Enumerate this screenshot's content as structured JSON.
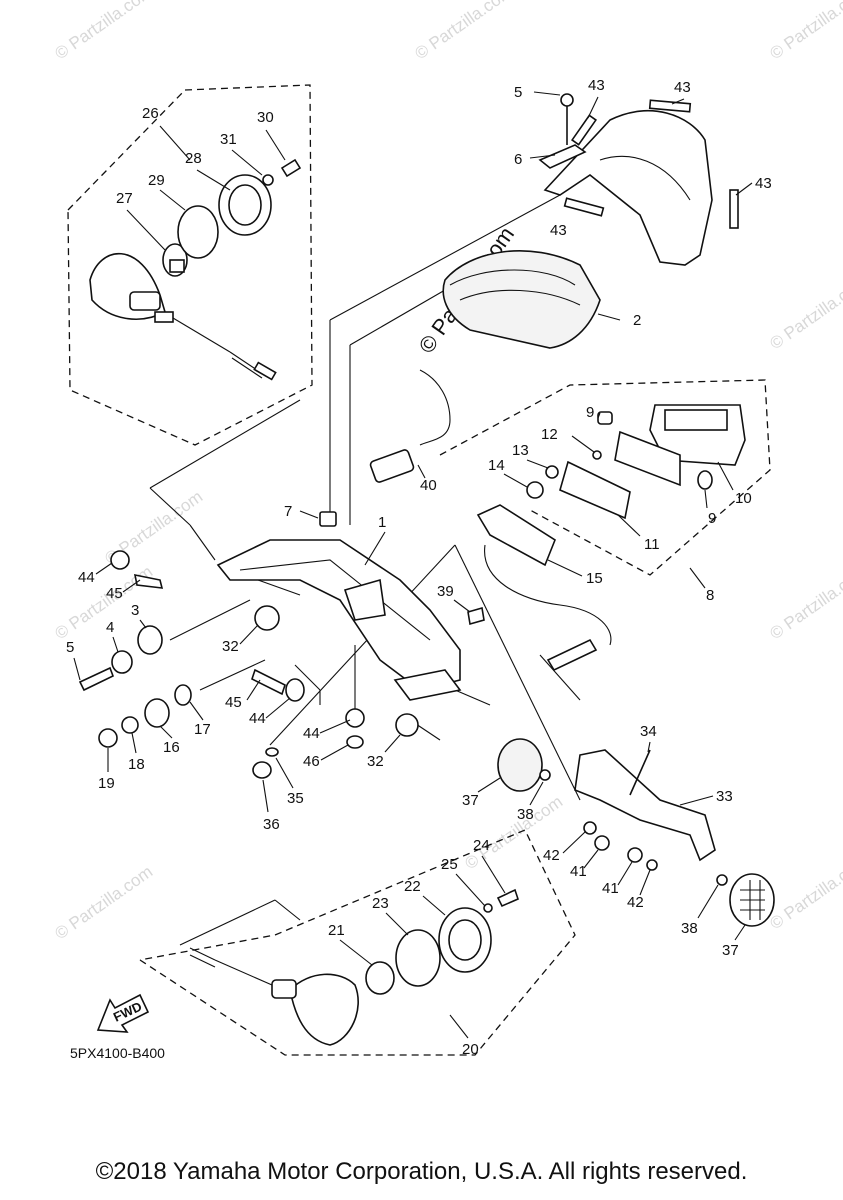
{
  "watermark": {
    "text": "© Partzilla.com"
  },
  "diagram_code": "5PX4100-B400",
  "fwd_label": "FWD",
  "copyright": "©2018 Yamaha Motor Corporation, U.S.A. All rights reserved.",
  "callouts": {
    "c1": "1",
    "c2": "2",
    "c3": "3",
    "c4": "4",
    "c5a": "5",
    "c5b": "5",
    "c6": "6",
    "c7": "7",
    "c8": "8",
    "c9a": "9",
    "c9b": "9",
    "c10": "10",
    "c11": "11",
    "c12": "12",
    "c13": "13",
    "c14": "14",
    "c15": "15",
    "c16": "16",
    "c17": "17",
    "c18": "18",
    "c19": "19",
    "c20": "20",
    "c21": "21",
    "c22": "22",
    "c23": "23",
    "c24": "24",
    "c25": "25",
    "c26": "26",
    "c27": "27",
    "c28": "28",
    "c29": "29",
    "c30": "30",
    "c31": "31",
    "c32a": "32",
    "c32b": "32",
    "c33": "33",
    "c34": "34",
    "c35": "35",
    "c36": "36",
    "c37a": "37",
    "c37b": "37",
    "c38a": "38",
    "c38b": "38",
    "c39": "39",
    "c40": "40",
    "c41a": "41",
    "c41b": "41",
    "c42a": "42",
    "c42b": "42",
    "c43a": "43",
    "c43b": "43",
    "c43c": "43",
    "c43d": "43",
    "c44a": "44",
    "c44b": "44",
    "c44c": "44",
    "c45a": "45",
    "c45b": "45",
    "c46": "46"
  }
}
